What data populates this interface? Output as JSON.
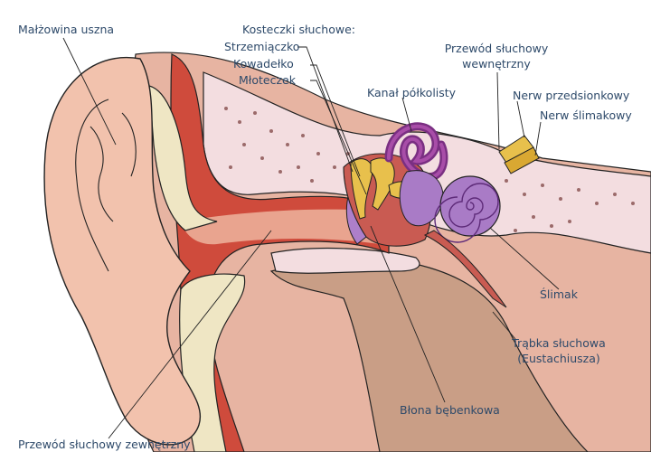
{
  "labels": {
    "pinna": "Małżowina uszna",
    "ossicles_heading": "Kosteczki słuchowe:",
    "stapes": "Strzemiączko",
    "incus": "Kowadełko",
    "malleus": "Młoteczek",
    "semicircular_canal": "Kanał półkolisty",
    "internal_canal_1": "Przewód słuchowy",
    "internal_canal_2": "wewnętrzny",
    "vestibular_nerve": "Nerw przedsionkowy",
    "cochlear_nerve": "Nerw ślimakowy",
    "cochlea": "Ślimak",
    "eustachian_1": "Trąbka słuchowa",
    "eustachian_2": "(Eustachiusza)",
    "eardrum": "Błona bębenkowa",
    "external_canal": "Przewód słuchowy zewnętrzny"
  },
  "colors": {
    "skin": "#f2c2ad",
    "skin_dark": "#e8a58d",
    "muscle": "#cf4b3c",
    "cartilage": "#efe6c4",
    "bone": "#f3dde0",
    "tissue": "#c99e86",
    "ossicle": "#e8c04c",
    "cochlea": "#a97bc6",
    "canal": "#7a2f82",
    "text": "#2e4a6a"
  }
}
